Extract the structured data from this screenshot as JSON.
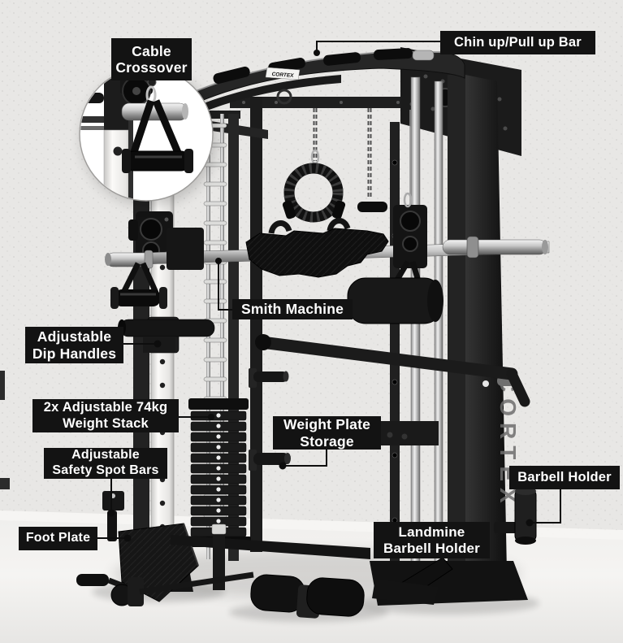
{
  "brand": {
    "logo_text": "CORTEX",
    "tower_text": "CORTEX"
  },
  "colors": {
    "label_bg": "#131313",
    "label_fg": "#ffffff",
    "wall": "#e8e7e5",
    "floor": "#f1f0ee",
    "machine_dark": "#161616",
    "chrome": "#c9c9c9",
    "leader": "#0e0e0e",
    "tower_text_color": "#6e6e6e"
  },
  "callouts": [
    {
      "id": "cable-crossover",
      "lines": [
        "Cable",
        "Crossover"
      ]
    },
    {
      "id": "chin-up-bar",
      "lines": [
        "Chin up/Pull up Bar"
      ]
    },
    {
      "id": "smith-machine",
      "lines": [
        "Smith Machine"
      ]
    },
    {
      "id": "dip-handles",
      "lines": [
        "Adjustable",
        "Dip Handles"
      ]
    },
    {
      "id": "weight-stack",
      "lines": [
        "2x Adjustable 74kg",
        "Weight Stack"
      ]
    },
    {
      "id": "weight-plate-storage",
      "lines": [
        "Weight Plate",
        "Storage"
      ]
    },
    {
      "id": "safety-spot-bars",
      "lines": [
        "Adjustable",
        "Safety Spot Bars"
      ]
    },
    {
      "id": "barbell-holder",
      "lines": [
        "Barbell Holder"
      ]
    },
    {
      "id": "foot-plate",
      "lines": [
        "Foot Plate"
      ]
    },
    {
      "id": "landmine-barbell-holder",
      "lines": [
        "Landmine",
        "Barbell Holder"
      ]
    }
  ]
}
